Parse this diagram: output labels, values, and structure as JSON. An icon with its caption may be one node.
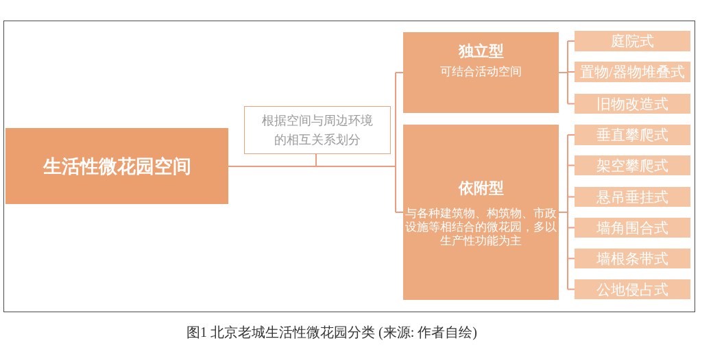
{
  "diagram": {
    "caption": "图1 北京老城生活性微花园分类 (来源: 作者自绘)",
    "nodes": [
      {
        "text": [
          "生活性微花园空间"
        ]
      },
      {
        "text": [
          "根据空间与周边环境的相互关系划分"
        ]
      },
      {
        "text": [
          "独立型",
          "可结合活动空间"
        ]
      },
      {
        "text": [
          "依附型",
          "与各种建筑物、构筑物、市政设施等相结合的微花园，多以生产性功能为主"
        ]
      },
      {
        "text": [
          "庭院式"
        ]
      },
      {
        "text": [
          "置物/器物堆叠式"
        ]
      },
      {
        "text": [
          "旧物改造式"
        ]
      },
      {
        "text": [
          "垂直攀爬式"
        ]
      },
      {
        "text": [
          "架空攀爬式"
        ]
      },
      {
        "text": [
          "悬吊垂挂式"
        ]
      },
      {
        "text": [
          "墙角围合式"
        ]
      },
      {
        "text": [
          "墙根条带式"
        ]
      },
      {
        "text": [
          "公地侵占式"
        ]
      }
    ],
    "edges": [
      {
        "from": 0,
        "to": 2,
        "arrow": "none"
      },
      {
        "from": 0,
        "to": 3,
        "arrow": "none"
      },
      {
        "from": 1,
        "to": 2,
        "arrow": "none"
      },
      {
        "from": 1,
        "to": 3,
        "arrow": "none"
      },
      {
        "from": 2,
        "to": 4,
        "arrow": "none"
      },
      {
        "from": 2,
        "to": 5,
        "arrow": "none"
      },
      {
        "from": 2,
        "to": 6,
        "arrow": "none"
      },
      {
        "from": 3,
        "to": 7,
        "arrow": "none"
      },
      {
        "from": 3,
        "to": 8,
        "arrow": "none"
      },
      {
        "from": 3,
        "to": 9,
        "arrow": "none"
      },
      {
        "from": 3,
        "to": 10,
        "arrow": "none"
      },
      {
        "from": 3,
        "to": 11,
        "arrow": "none"
      },
      {
        "from": 3,
        "to": 12,
        "arrow": "none"
      }
    ]
  }
}
